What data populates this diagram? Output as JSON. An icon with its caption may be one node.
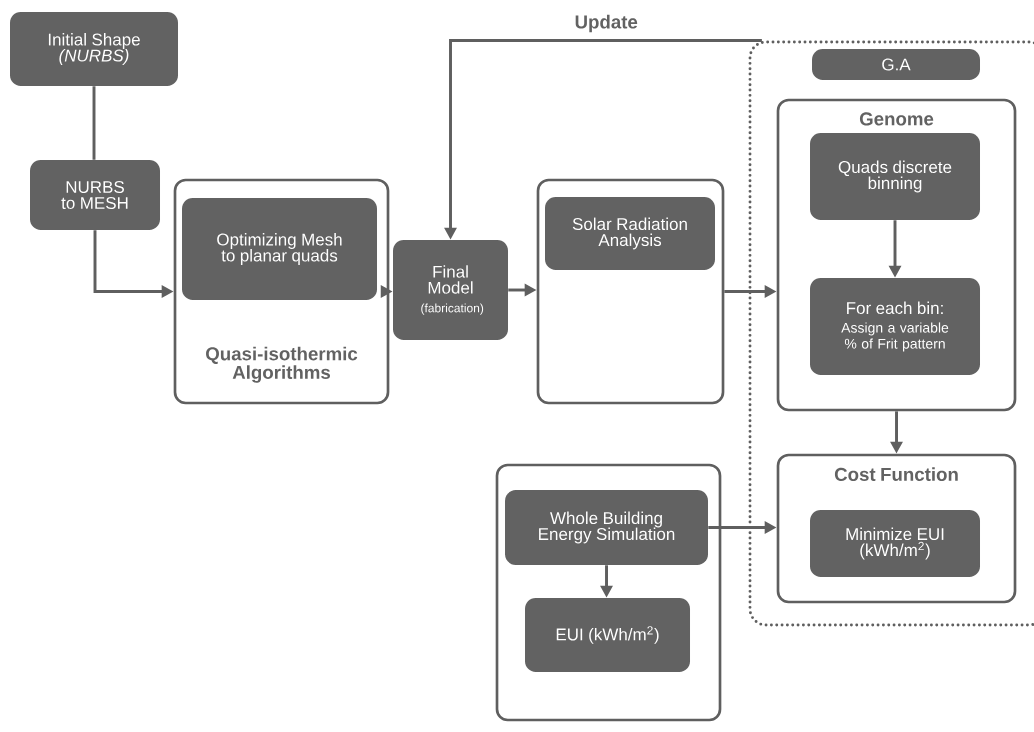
{
  "diagram": {
    "nodes": [
      {
        "text": [
          "Initial Shape *(NURBS)*"
        ]
      },
      {
        "text": [
          "NURBS to MESH"
        ]
      },
      {
        "text": [
          "Quasi-isothermic Algorithms"
        ]
      },
      {
        "text": [
          "Optimizing Mesh to planar quads"
        ],
        "in": 2
      },
      {
        "text": [
          "Final Model",
          "(fabrication)"
        ]
      },
      {
        "text": [],
        "shape": "box"
      },
      {
        "text": [
          "Solar Radiation Analysis"
        ],
        "in": 5
      },
      {
        "text": [],
        "shape": "box"
      },
      {
        "text": [
          "G.A"
        ],
        "in": 7
      },
      {
        "text": [
          "Genome"
        ],
        "in": 7
      },
      {
        "text": [
          "Quads discrete binning"
        ],
        "in": 9
      },
      {
        "text": [
          "For each bin:",
          "Assign a variable % of Frit pattern"
        ],
        "in": 9
      },
      {
        "text": [
          "Cost Function"
        ],
        "in": 7
      },
      {
        "text": [
          "Minimize EUI (kWh/m$^{2}$)"
        ],
        "in": 12
      },
      {
        "text": [],
        "shape": "box"
      },
      {
        "text": [
          "Whole Building Energy Simulation"
        ],
        "in": 14
      },
      {
        "text": [
          "EUI (kWh/m$^{2}$)"
        ],
        "in": 14
      }
    ],
    "edges": [
      {
        "from": 0,
        "to": 1,
        "arrow": "none"
      },
      {
        "from": 1,
        "to": 2,
        "arrow": "to"
      },
      {
        "from": 2,
        "to": 4,
        "arrow": "to"
      },
      {
        "from": 4,
        "to": 5,
        "arrow": "to"
      },
      {
        "from": 5,
        "to": 9,
        "arrow": "to"
      },
      {
        "from": 7,
        "to": 4,
        "arrow": "to",
        "label": "Update"
      },
      {
        "from": 10,
        "to": 11,
        "arrow": "to"
      },
      {
        "from": 9,
        "to": 12,
        "arrow": "to"
      },
      {
        "from": 15,
        "to": 16,
        "arrow": "to"
      },
      {
        "from": 15,
        "to": 12,
        "arrow": "to"
      }
    ]
  }
}
